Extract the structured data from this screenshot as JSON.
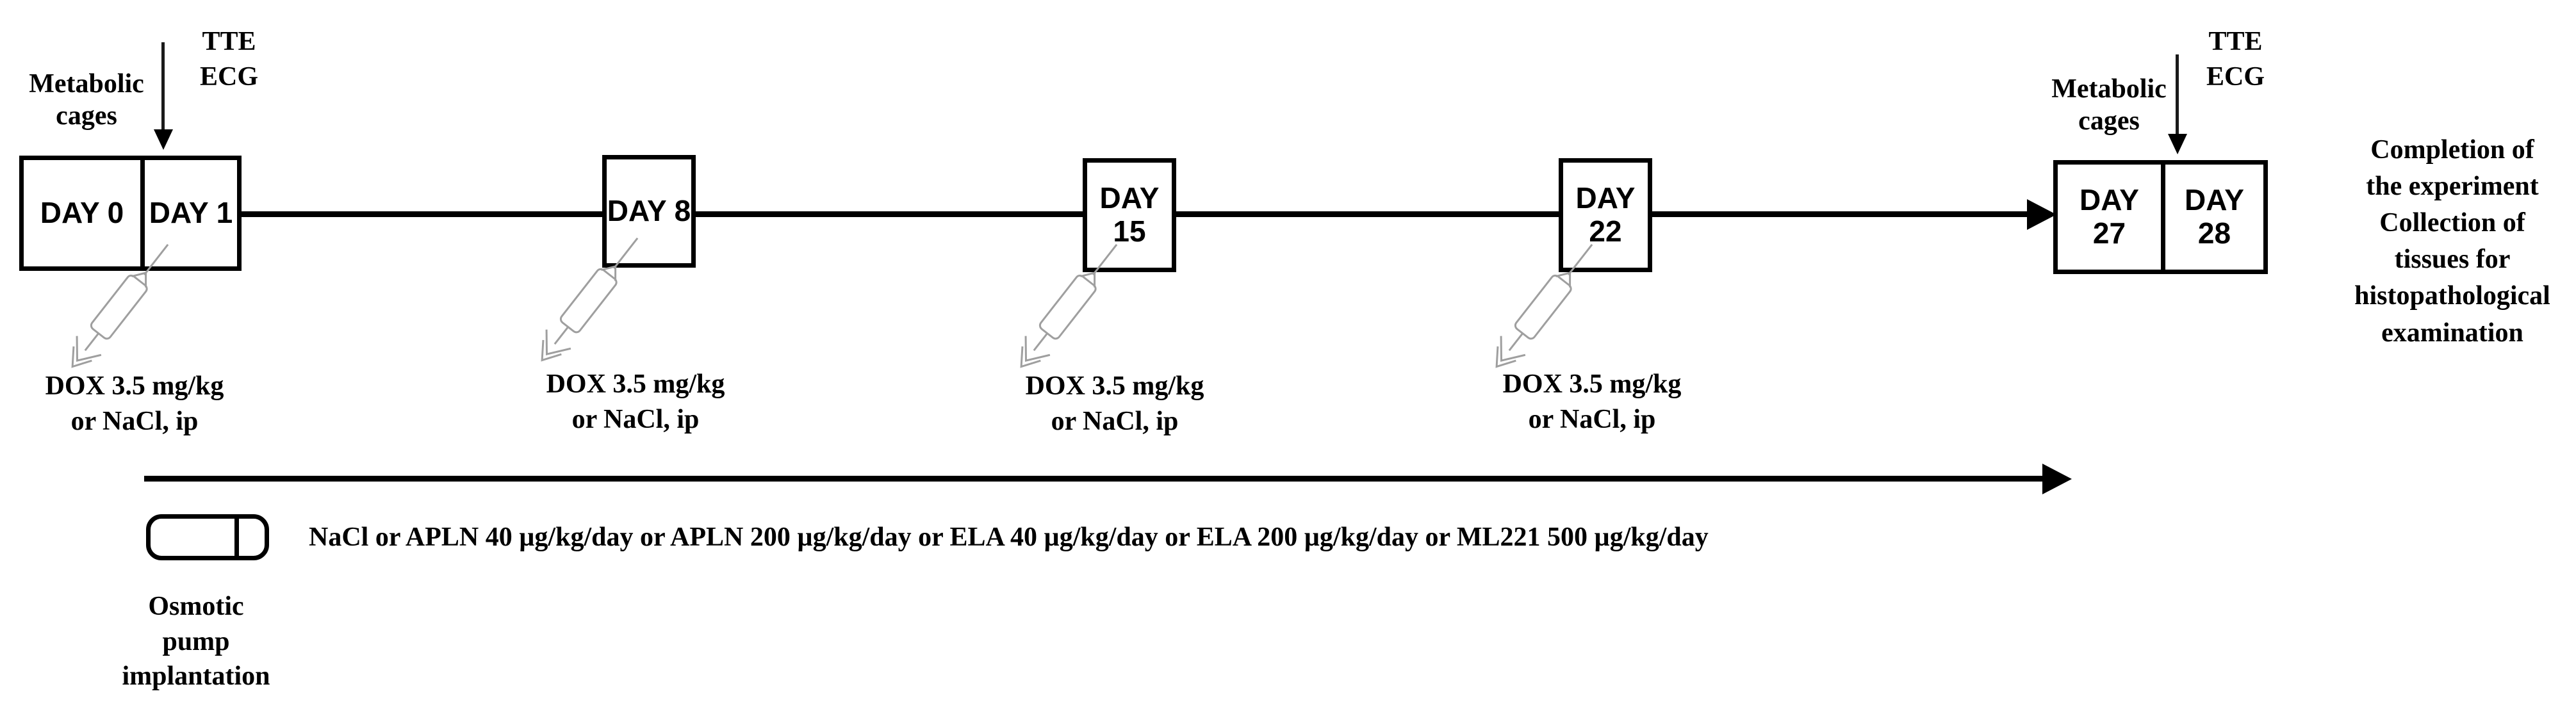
{
  "diagram": {
    "title_semantic": "Experimental timeline of DOX treatment and osmotic pump infusion",
    "day_boxes": [
      {
        "lines": [
          "DAY 0"
        ]
      },
      {
        "lines": [
          "DAY 1"
        ]
      },
      {
        "lines": [
          "DAY 8"
        ]
      },
      {
        "lines": [
          "DAY",
          "15"
        ]
      },
      {
        "lines": [
          "DAY",
          "22"
        ]
      },
      {
        "lines": [
          "DAY",
          "27"
        ]
      },
      {
        "lines": [
          "DAY",
          "28"
        ]
      }
    ],
    "metabolic_cages_labels": [
      {
        "lines": [
          "Metabolic",
          "cages"
        ]
      },
      {
        "lines": [
          "Metabolic",
          "cages"
        ]
      }
    ],
    "tte_ecg_labels": [
      {
        "lines": [
          "TTE",
          "ECG"
        ]
      },
      {
        "lines": [
          "TTE",
          "ECG"
        ]
      }
    ],
    "dox_labels": [
      {
        "lines": [
          "DOX 3.5 mg/kg",
          "or NaCl, ip"
        ]
      },
      {
        "lines": [
          "DOX 3.5 mg/kg",
          "or NaCl, ip"
        ]
      },
      {
        "lines": [
          "DOX 3.5 mg/kg",
          "or NaCl, ip"
        ]
      },
      {
        "lines": [
          "DOX 3.5 mg/kg",
          "or NaCl, ip"
        ]
      }
    ],
    "infusion_label": "NaCl or APLN 40 µg/kg/day or APLN 200 µg/kg/day or ELA 40 µg/kg/day or ELA 200 µg/kg/day or ML221 500 µg/kg/day",
    "osmotic_pump_label": {
      "lines": [
        "Osmotic",
        "pump",
        "implantation"
      ]
    },
    "completion_label": {
      "lines": [
        "Completion of",
        "the experiment",
        "Collection of",
        "tissues for",
        "histopathological",
        "examination"
      ]
    },
    "icons": {
      "syringe": "syringe-icon",
      "osmotic_pump": "osmotic-pump-icon",
      "down_arrow": "down-arrow-icon",
      "timeline_arrow": "right-arrowhead-icon"
    },
    "colors": {
      "ink": "#000000",
      "background": "#ffffff",
      "syringe_outline": "#9f9f9f"
    }
  }
}
